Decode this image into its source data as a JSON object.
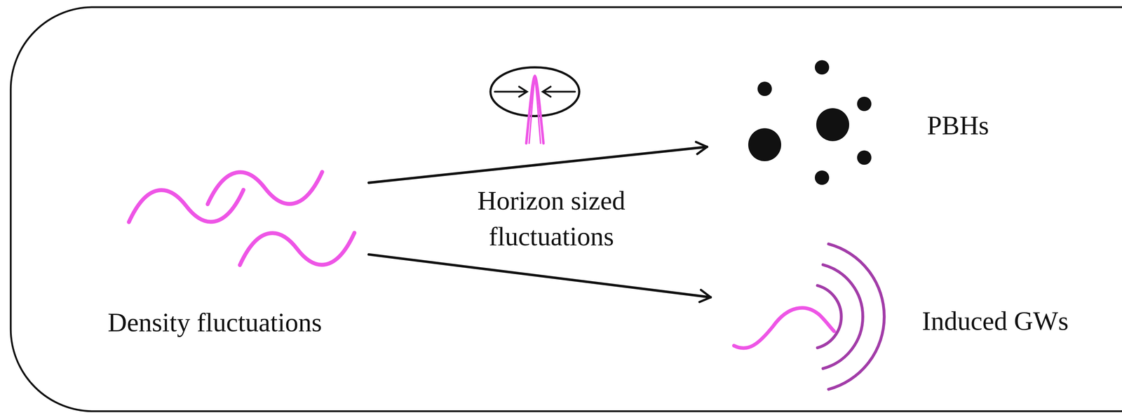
{
  "diagram": {
    "nodes": [
      {
        "text": [
          "Density fluctuations"
        ]
      },
      {
        "text": [
          "PBHs"
        ]
      },
      {
        "text": [
          "Induced GWs"
        ]
      }
    ],
    "edges": [
      {
        "from": 0,
        "to": 1,
        "arrow": "to"
      },
      {
        "from": 0,
        "to": 2,
        "arrow": "to"
      }
    ],
    "labels": [
      "Horizon sized fluctuations"
    ]
  }
}
